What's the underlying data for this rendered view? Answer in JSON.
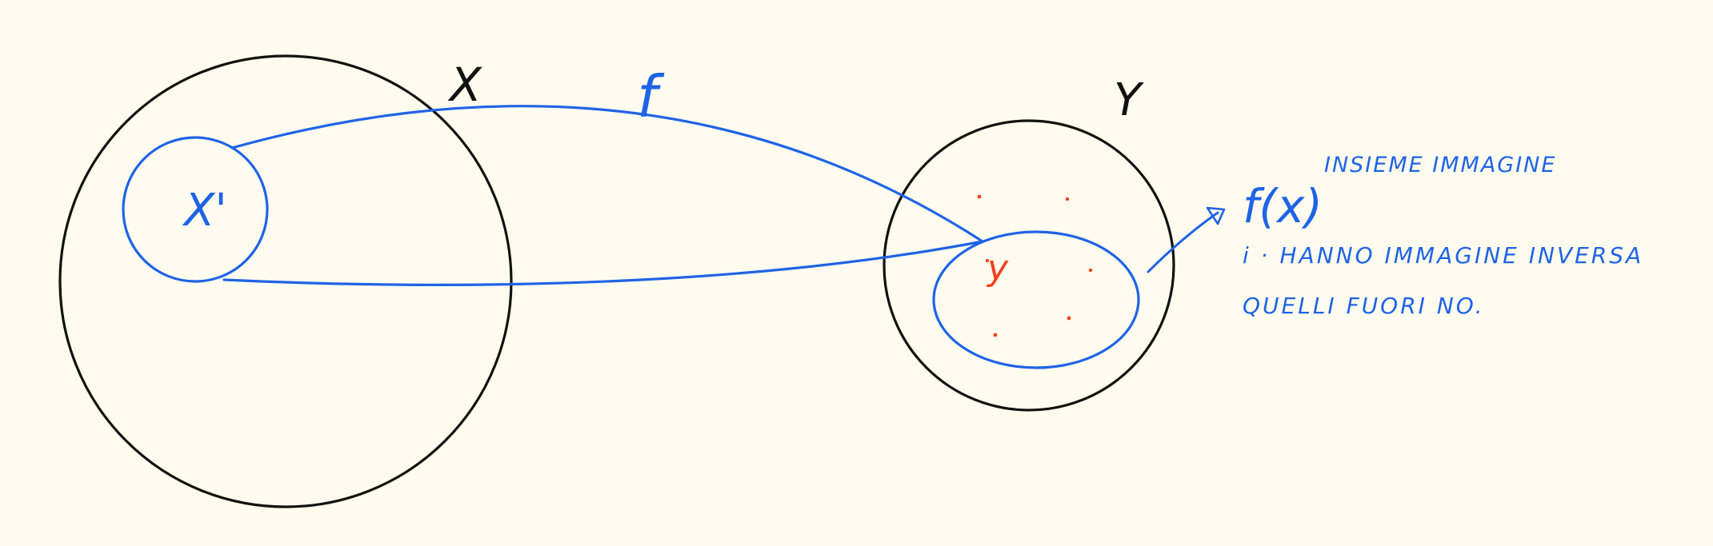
{
  "labels": {
    "set_x": "X",
    "set_y": "Y",
    "subset_x_prime": "X'",
    "function_f": "f",
    "image_fx": "f(x)",
    "element_y": "y",
    "image_title": "INSIEME IMMAGINE",
    "note_line1": "i · HANNO IMMAGINE INVERSA",
    "note_line2": "QUELLI FUORI NO."
  },
  "colors": {
    "background": "#fffcef",
    "black_ink": "#111111",
    "blue_ink": "#1f63e6",
    "red_ink": "#f2401f"
  }
}
